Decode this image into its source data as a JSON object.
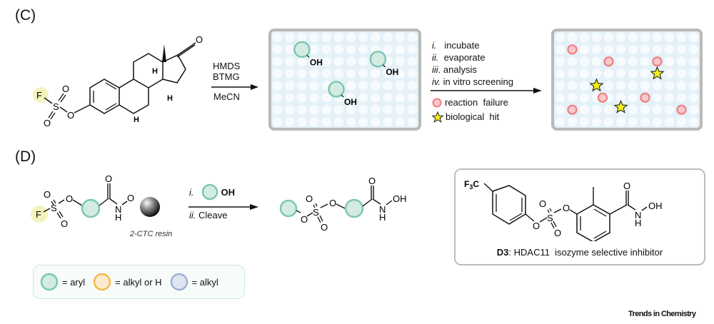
{
  "panels": {
    "c": {
      "label": "(C)",
      "reagent": {
        "f": "F",
        "s": "S",
        "o": "O",
        "h": "H"
      },
      "conditions": {
        "above": [
          "HMDS",
          "BTMG"
        ],
        "below": "MeCN"
      },
      "oh_label": "OH",
      "steps": [
        {
          "num": "i.",
          "text": "incubate"
        },
        {
          "num": "ii.",
          "text": "evaporate"
        },
        {
          "num": "iii",
          "text": ". analysis"
        },
        {
          "num": "iv.",
          "text": "in vitro screening"
        }
      ],
      "key": [
        {
          "icon": "reaction-failure-circle-icon",
          "text": "reaction  failure"
        },
        {
          "icon": "biological-hit-star-icon",
          "text": "biological  hit"
        }
      ],
      "plate": {
        "rows": 8,
        "cols": 12
      }
    },
    "d": {
      "label": "(D)",
      "resin_label": "2-CTC resin",
      "step1_num": "i.",
      "step1_oh": "OH",
      "step2_num": "ii.",
      "step2_text": "Cleave",
      "atoms": {
        "f": "F",
        "s": "S",
        "o": "O",
        "n": "N",
        "h": "H",
        "oh": "OH"
      },
      "compound": {
        "cf3": "F3C",
        "name_bold": "D3",
        "name_rest": ": HDAC11  isozyme selective inhibitor"
      },
      "legend": [
        {
          "text": "= aryl",
          "color": "#7cc8b0"
        },
        {
          "text": "= alkyl or H",
          "color": "#f2b94a"
        },
        {
          "text": "= alkyl",
          "color": "#9fb0d4"
        }
      ]
    }
  },
  "colors": {
    "aryl_fill": "#d3ebe3",
    "aryl_stroke": "#7cc8b0",
    "fail_fill": "#f9c9cb",
    "fail_stroke": "#ee7f84",
    "star_fill": "#f4ec1c",
    "fluorine_halo": "#f3f3bd",
    "plate_bg": "#e4f1f8",
    "well": "#f7fbfd"
  },
  "footer": "Trends in Chemistry"
}
